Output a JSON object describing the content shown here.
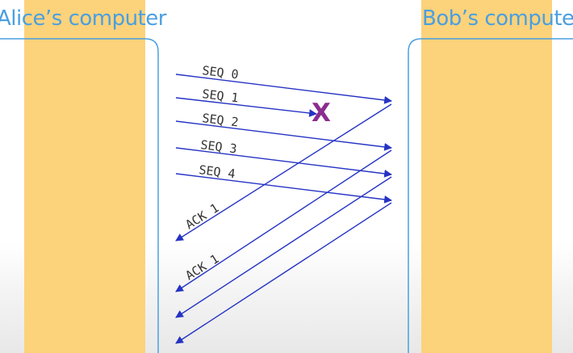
{
  "titles": {
    "alice": "Alice’s computer",
    "bob": "Bob’s computer"
  },
  "colors": {
    "column": "#fcd27a",
    "frame": "#4a9fe0",
    "arrow": "#2533c4",
    "lost_mark": "#8b2d8f",
    "title": "#4a9fe0"
  },
  "segments": [
    {
      "label": "SEQ 0",
      "lost": false
    },
    {
      "label": "SEQ 1",
      "lost": true
    },
    {
      "label": "SEQ 2",
      "lost": false
    },
    {
      "label": "SEQ 3",
      "lost": false
    },
    {
      "label": "SEQ 4",
      "lost": false
    }
  ],
  "acks": [
    {
      "label": "ACK 1"
    },
    {
      "label": "ACK 1"
    },
    {
      "label": ""
    },
    {
      "label": ""
    }
  ],
  "lost_symbol": "X"
}
